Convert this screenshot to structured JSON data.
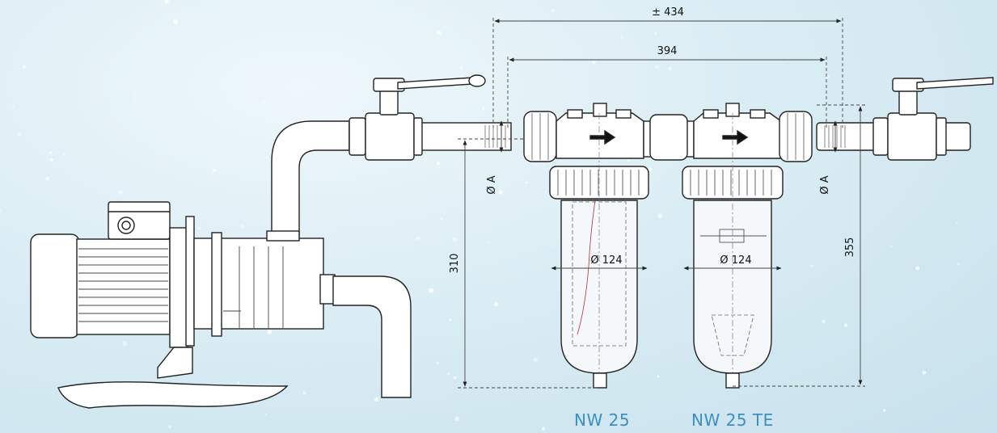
{
  "dimensions": {
    "overall_width": "± 434",
    "connection_width": "394",
    "height_nw25": "310",
    "height_nw25te": "355",
    "diameter_bowl_1": "Ø 124",
    "diameter_bowl_2": "Ø 124",
    "pipe_diameter_left": "Ø A",
    "pipe_diameter_right": "Ø A"
  },
  "models": {
    "left": "NW 25",
    "right": "NW 25 TE"
  },
  "colors": {
    "label_blue": "#3a8fc4",
    "line": "#222222",
    "dimension_line": "#444444"
  }
}
